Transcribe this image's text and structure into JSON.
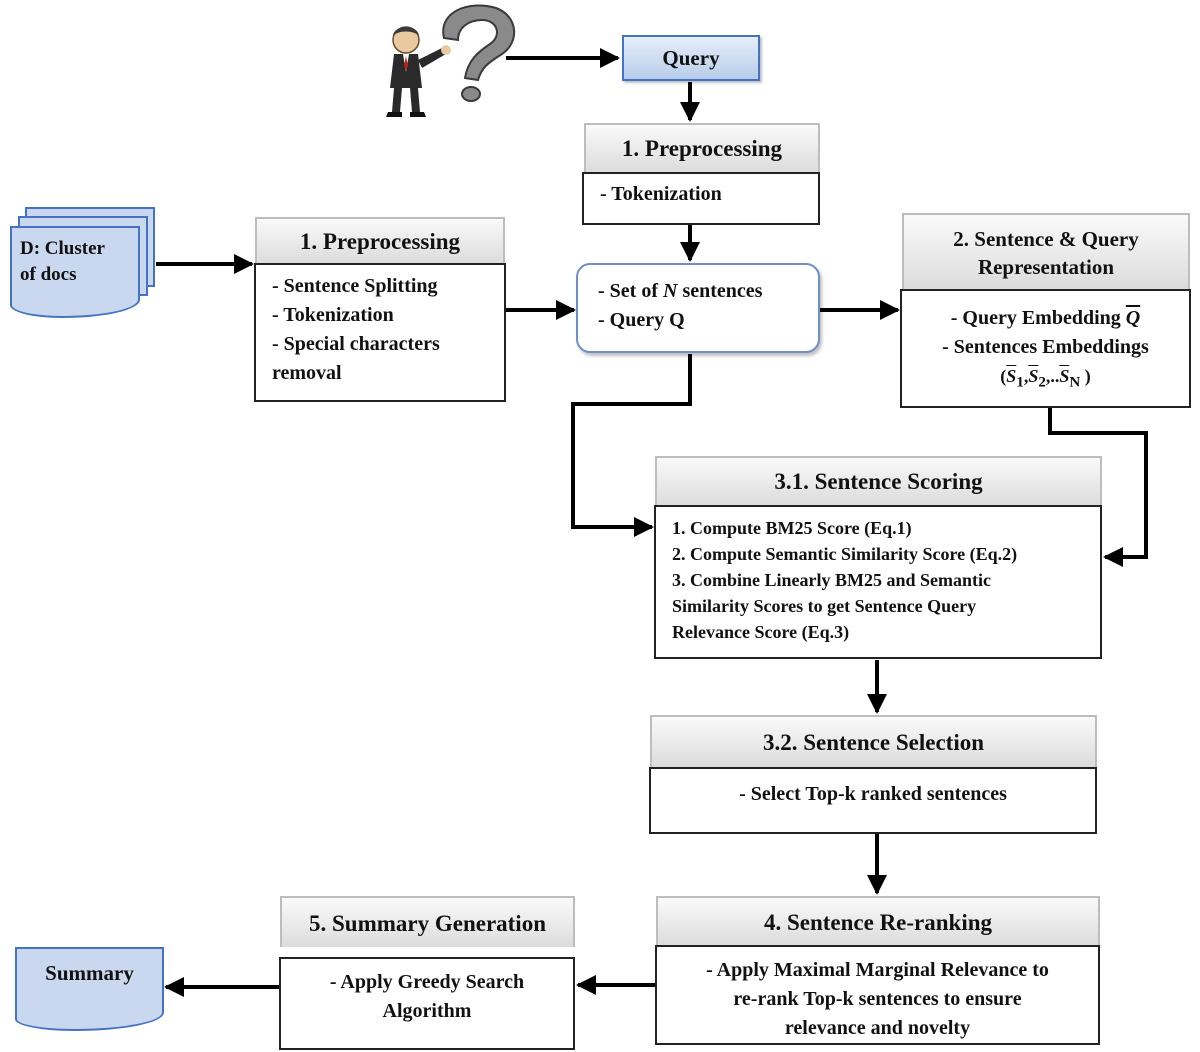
{
  "query_label": "Query",
  "docs_label_line1": "D: Cluster",
  "docs_label_line2": "of docs",
  "pre_query": {
    "title": "1. Preprocessing",
    "items": [
      "- Tokenization"
    ]
  },
  "pre_docs": {
    "title": "1. Preprocessing",
    "items": [
      "- Sentence Splitting",
      "- Tokenization",
      "- Special characters",
      "removal"
    ]
  },
  "sets": {
    "line1_prefix": "- Set of ",
    "line1_var": "N",
    "line1_suffix": " sentences",
    "line2": "- Query Q"
  },
  "representation": {
    "title_line1": "2.  Sentence & Query",
    "title_line2": "Representation",
    "item1_prefix": "- Query Embedding ",
    "item1_var": "Q",
    "item2": "- Sentences Embeddings",
    "item3_open": "(",
    "s1": "S",
    "s1_sub": "1",
    "s2": "S",
    "s2_sub": "2",
    "sep": ",..",
    "sn": "S",
    "sn_sub": "N",
    "item3_close": " )"
  },
  "scoring": {
    "title": "3.1. Sentence Scoring",
    "items": [
      "1. Compute BM25 Score (Eq.1)",
      "2. Compute Semantic Similarity Score (Eq.2)",
      "3. Combine Linearly BM25 and Semantic",
      "Similarity Scores to get Sentence Query",
      "Relevance Score (Eq.3)"
    ]
  },
  "selection": {
    "title": "3.2. Sentence Selection",
    "items": [
      "-  Select Top-k ranked sentences"
    ]
  },
  "reranking": {
    "title": "4. Sentence Re-ranking",
    "items": [
      "-  Apply Maximal Marginal Relevance to",
      "re-rank Top-k sentences to ensure",
      "relevance and novelty"
    ]
  },
  "generation": {
    "title": "5. Summary Generation",
    "items": [
      "-  Apply Greedy Search",
      "Algorithm"
    ]
  },
  "summary_label": "Summary",
  "colors": {
    "doc_fill": "#c9d8ef",
    "doc_border": "#4472c4",
    "query_fill": "#c5d6f0",
    "header_fill": "#dcdcdc"
  }
}
